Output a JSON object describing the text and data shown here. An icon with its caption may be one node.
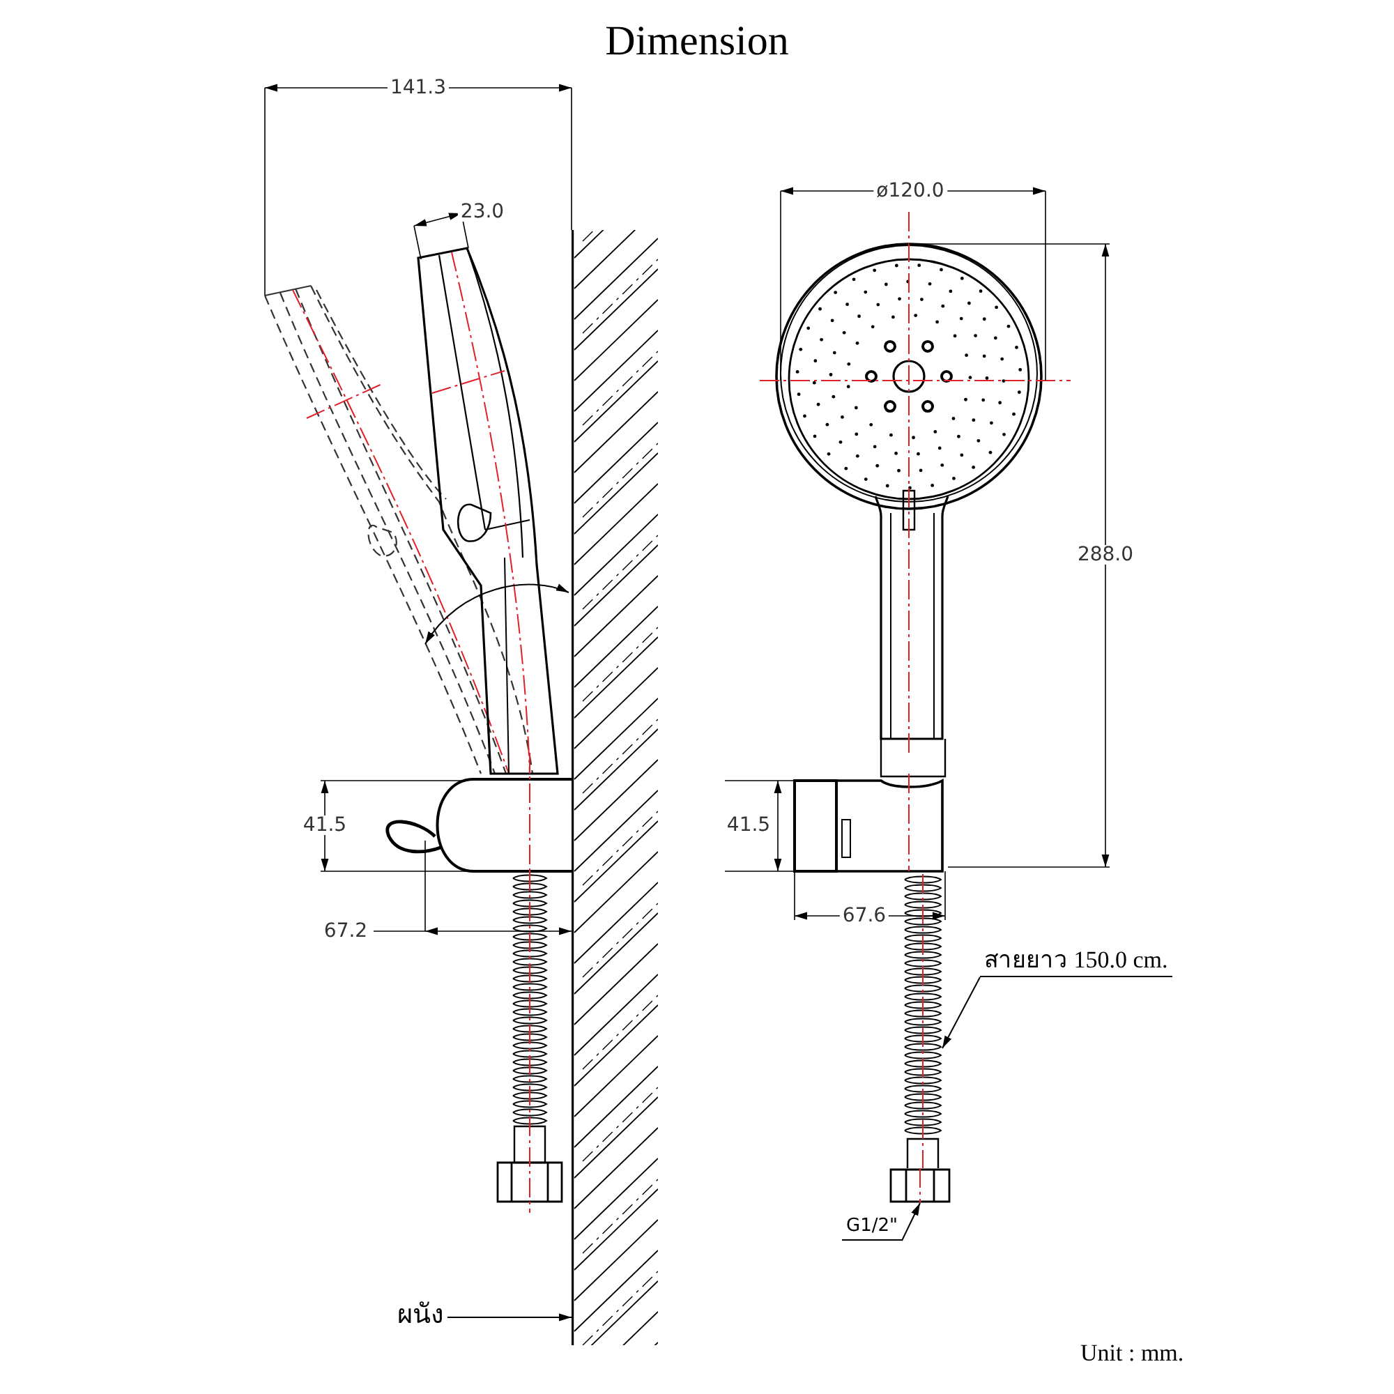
{
  "diagram": {
    "title": "Dimension",
    "nodes": [
      {
        "text": [
          "ผนัง"
        ]
      },
      {
        "text": [],
        "shape": "picture"
      },
      {
        "text": [
          "สายยาว 150.0 cm."
        ]
      },
      {
        "text": [],
        "shape": "picture"
      },
      {
        "text": [
          "G1/2\""
        ]
      },
      {
        "text": [],
        "shape": "picture"
      }
    ],
    "edges": [
      {
        "from": 0,
        "to": 1,
        "arrow": "to"
      },
      {
        "from": 2,
        "to": 3,
        "arrow": "to"
      },
      {
        "from": 4,
        "to": 5,
        "arrow": "to"
      }
    ],
    "labels": [
      "141.3",
      "23.0",
      "ø120.0",
      "288.0",
      "41.5",
      "41.5",
      "67.2",
      "67.6",
      "Unit : mm."
    ]
  }
}
